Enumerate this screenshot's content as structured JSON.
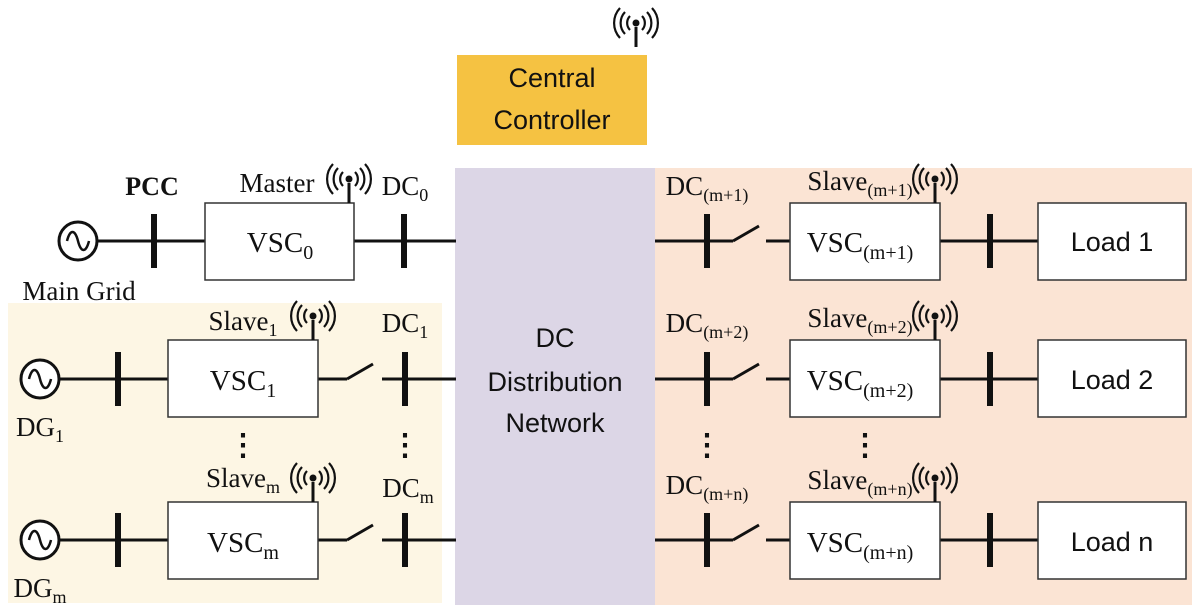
{
  "colors": {
    "controller": "#f5c242",
    "network": "#dcd6e6",
    "dg_region": "#fdf6e4",
    "load_region": "#fbe4d4"
  },
  "controller": {
    "line1": "Central",
    "line2": "Controller"
  },
  "network": {
    "line1": "DC",
    "line2": "Distribution",
    "line3": "Network"
  },
  "icons": {
    "antenna": "wireless-antenna-icon",
    "source": "ac-source-icon",
    "switch": "open-switch-icon"
  },
  "master": {
    "pcc": "PCC",
    "role": "Master",
    "vsc": "VSC",
    "vsc_sub": "0",
    "dc": "DC",
    "dc_sub": "0",
    "source": "Main Grid"
  },
  "dg1": {
    "role": "Slave",
    "role_sub": "1",
    "vsc": "VSC",
    "vsc_sub": "1",
    "dc": "DC",
    "dc_sub": "1",
    "source": "DG",
    "source_sub": "1"
  },
  "dgm": {
    "role": "Slave",
    "role_sub": "m",
    "vsc": "VSC",
    "vsc_sub": "m",
    "dc": "DC",
    "dc_sub": "m",
    "source": "DG",
    "source_sub": "m"
  },
  "load1": {
    "dc": "DC",
    "dc_sub": "(m+1)",
    "role": "Slave",
    "role_sub": "(m+1)",
    "vsc": "VSC",
    "vsc_sub": "(m+1)",
    "load": "Load 1"
  },
  "load2": {
    "dc": "DC",
    "dc_sub": "(m+2)",
    "role": "Slave",
    "role_sub": "(m+2)",
    "vsc": "VSC",
    "vsc_sub": "(m+2)",
    "load": "Load 2"
  },
  "loadn": {
    "dc": "DC",
    "dc_sub": "(m+n)",
    "role": "Slave",
    "role_sub": "(m+n)",
    "vsc": "VSC",
    "vsc_sub": "(m+n)",
    "load": "Load n"
  },
  "ellipsis": "⋮"
}
